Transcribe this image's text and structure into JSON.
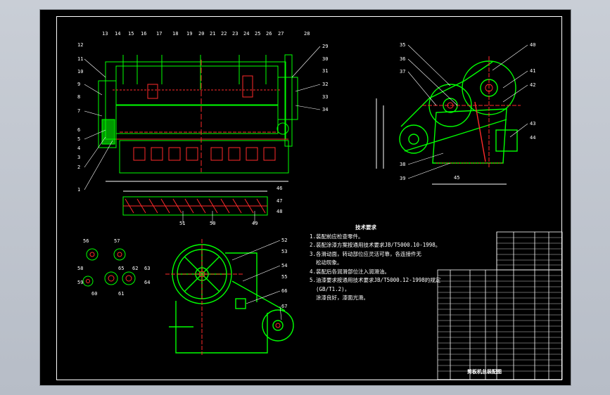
{
  "drawing": {
    "tech_requirements": {
      "heading": "技术要求",
      "lines": [
        "1.装配前应检查零件。",
        "2.装配涂漆方案按通用技术要求JB/T5000.10-1998。",
        "3.各滑动面，转动部位应灵活可靠，各连接件无",
        "  松动现象。",
        "4.装配后各润滑部位注入润滑油。",
        "5.油漆要求按通用技术要求JB/T5000.12-1998的规定",
        "  (GB/T1.2)，",
        "  涂漆良好，漆面光滑。"
      ]
    },
    "bom_title": "剪板机总装配图",
    "callouts_front": [
      "13",
      "14",
      "15",
      "16",
      "17",
      "18",
      "19",
      "20",
      "21",
      "22",
      "23",
      "24",
      "25",
      "26",
      "27",
      "28",
      "1",
      "2",
      "3",
      "4",
      "5",
      "6",
      "7",
      "8",
      "9",
      "10",
      "11",
      "12",
      "29",
      "30",
      "31",
      "32",
      "33",
      "34"
    ],
    "callouts_side": [
      "35",
      "36",
      "37",
      "38",
      "39",
      "40",
      "41",
      "42",
      "43",
      "44"
    ],
    "callouts_blade": [
      "45",
      "46",
      "47",
      "48",
      "49",
      "50",
      "51"
    ],
    "callouts_small": [
      "56",
      "57",
      "58",
      "59",
      "60",
      "61",
      "62",
      "63",
      "64",
      "65"
    ],
    "callouts_rear": [
      "52",
      "53",
      "54",
      "55",
      "66",
      "67"
    ],
    "colors": {
      "outline": "#00ff00",
      "detail": "#ff2a2a",
      "text": "#ffffff",
      "dim": "#ffffff",
      "accent": "#ffff00",
      "sheet": "#000000"
    }
  }
}
